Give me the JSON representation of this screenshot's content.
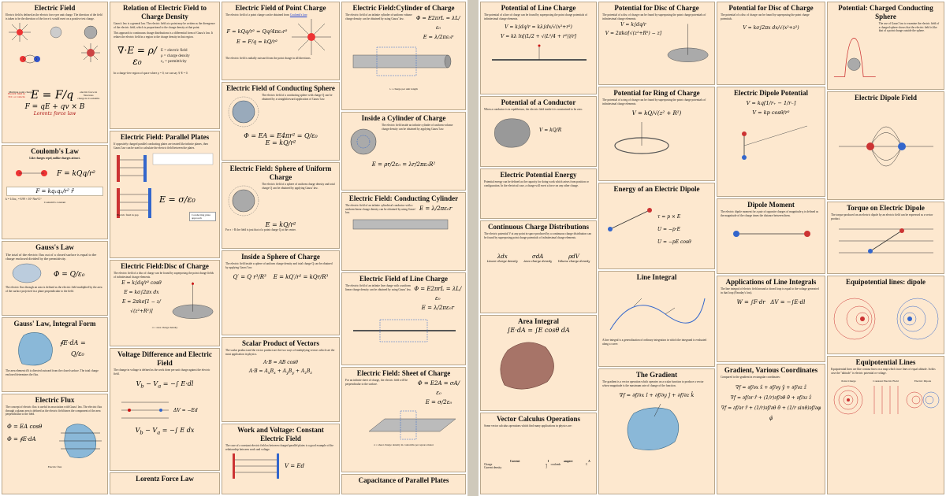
{
  "left": {
    "electric_field": {
      "title": "Electric Field",
      "intro": "Electric field is defined as the electric force per unit charge. The direction of the field is taken to be the direction of the force it would exert on a positive test charge.",
      "positive_label": "Positive charge",
      "negative_label": "Negative charge",
      "multiple_label": "Multiple point charges",
      "charged_sphere_label": "Charged sphere",
      "charged_cylinder_label": "Charged cylinder",
      "def_label": "Electric field in N/C or volts/m",
      "force_label": "electric force in Newtons",
      "charge_label": "charge in Coulombs",
      "lorentz_label": "Lorentz force law"
    },
    "coulomb": {
      "title": "Coulomb's Law",
      "subtitle": "Like charges repel, unlike charges attract.",
      "constant_label": "Coulomb's constant",
      "k_value": "k = 1/4πε₀ = 8.99 × 10⁹ Nm²/C²"
    },
    "gauss": {
      "title": "Gauss's Law",
      "text": "The total of the electric flux out of a closed surface is equal to the charge enclosed divided by the permittivity."
    },
    "gauss_integral": {
      "title": "Gauss' Law, Integral Form"
    },
    "electric_flux": {
      "title": "Electric Flux",
      "flux_label": "Electric flux"
    },
    "rel_field_charge_density": {
      "title": "Relation of Electric Field to Charge Density",
      "rho_label": "ρ = charge density",
      "e_label": "E = electric field",
      "eps_label": "ε₀ = permittivity"
    },
    "field_parallel_plates": {
      "title": "Electric Field: Parallel Plates",
      "field_gap_label": "Electric field in gap",
      "conducting_label": "Conducting plate approach"
    },
    "field_disc": {
      "title": "Electric Field:Disc of Charge",
      "zone_label": "σ = area charge density"
    },
    "voltage_diff": {
      "title": "Voltage Difference and Electric Field"
    },
    "lorentz": {
      "title": "Lorentz Force Law"
    },
    "multiple_point": {
      "title": "Multiple Point Charges"
    },
    "field_point": {
      "title": "Electric Field of Point Charge",
      "coulomb_link": "Coulomb's law"
    },
    "field_conducting_sphere": {
      "title": "Electric Field of Conducting Sphere"
    },
    "field_uniform_sphere": {
      "title": "Electric Field: Sphere of Uniform Charge"
    },
    "inside_sphere": {
      "title": "Inside a Sphere of Charge"
    },
    "scalar_product": {
      "title": "Scalar Product of Vectors"
    },
    "work_voltage": {
      "title": "Work and Voltage: Constant Electric Field"
    },
    "field_cylinder": {
      "title": "Electric Field:Cylinder of Charge",
      "linear_label": "λ = charge per unit length"
    },
    "inside_cylinder": {
      "title": "Inside a Cylinder of Charge"
    },
    "field_conducting_cylinder": {
      "title": "Electric Field: Conducting Cylinder"
    },
    "field_line_charge": {
      "title": "Electric Field of Line Charge"
    },
    "field_sheet": {
      "title": "Electric Field: Sheet of Charge",
      "sigma_label": "σ = sheet charge density in coulombs per square meter"
    },
    "capacitance_plates": {
      "title": "Capacitance of Parallel Plates"
    }
  },
  "right": {
    "pot_line": {
      "title": "Potential of Line Charge"
    },
    "pot_conductor": {
      "title": "Potential of a Conductor"
    },
    "pot_energy": {
      "title": "Electric Potential Energy"
    },
    "continuous": {
      "title": "Continuous Charge Distributions",
      "lambda_label": "Linear charge density",
      "sigma_label": "Area charge density",
      "rho_label": "Volume charge density"
    },
    "area_integral": {
      "title": "Area Integral"
    },
    "vector_calc": {
      "title": "Vector Calculus Operations"
    },
    "pot_disc": {
      "title": "Potential for Disc of Charge"
    },
    "pot_ring": {
      "title": "Potential for Ring of Charge"
    },
    "energy_dipole": {
      "title": "Energy of an Electric Dipole"
    },
    "line_integral": {
      "title": "Line Integral"
    },
    "gradient": {
      "title": "The Gradient"
    },
    "pot_disc2": {
      "title": "Potential for Disc of Charge"
    },
    "pot_dipole": {
      "title": "Electric Dipole Potential"
    },
    "dipole_moment": {
      "title": "Dipole Moment"
    },
    "apps_line_integrals": {
      "title": "Applications of Line Integrals"
    },
    "gradient_coords": {
      "title": "Gradient, Various Coordinates"
    },
    "pot_conducting_sphere": {
      "title": "Potential: Charged Conducting Sphere"
    },
    "dipole_field": {
      "title": "Electric Dipole Field"
    },
    "torque_dipole": {
      "title": "Torque on Electric Dipole"
    },
    "equipotential_dipole": {
      "title": "Equipotential lines: dipole"
    },
    "equipotential_lines": {
      "title": "Equipotential Lines",
      "point_label": "Point Charge",
      "constant_label": "Constant Electric Field",
      "dipole_label": "Electric Dipole"
    },
    "table_headers": [
      "Current",
      "I",
      "ampere",
      "A"
    ],
    "table_rows": [
      [
        "Charge",
        "q",
        "coulomb",
        "C"
      ],
      [
        "Current density",
        "J",
        "",
        ""
      ]
    ]
  }
}
